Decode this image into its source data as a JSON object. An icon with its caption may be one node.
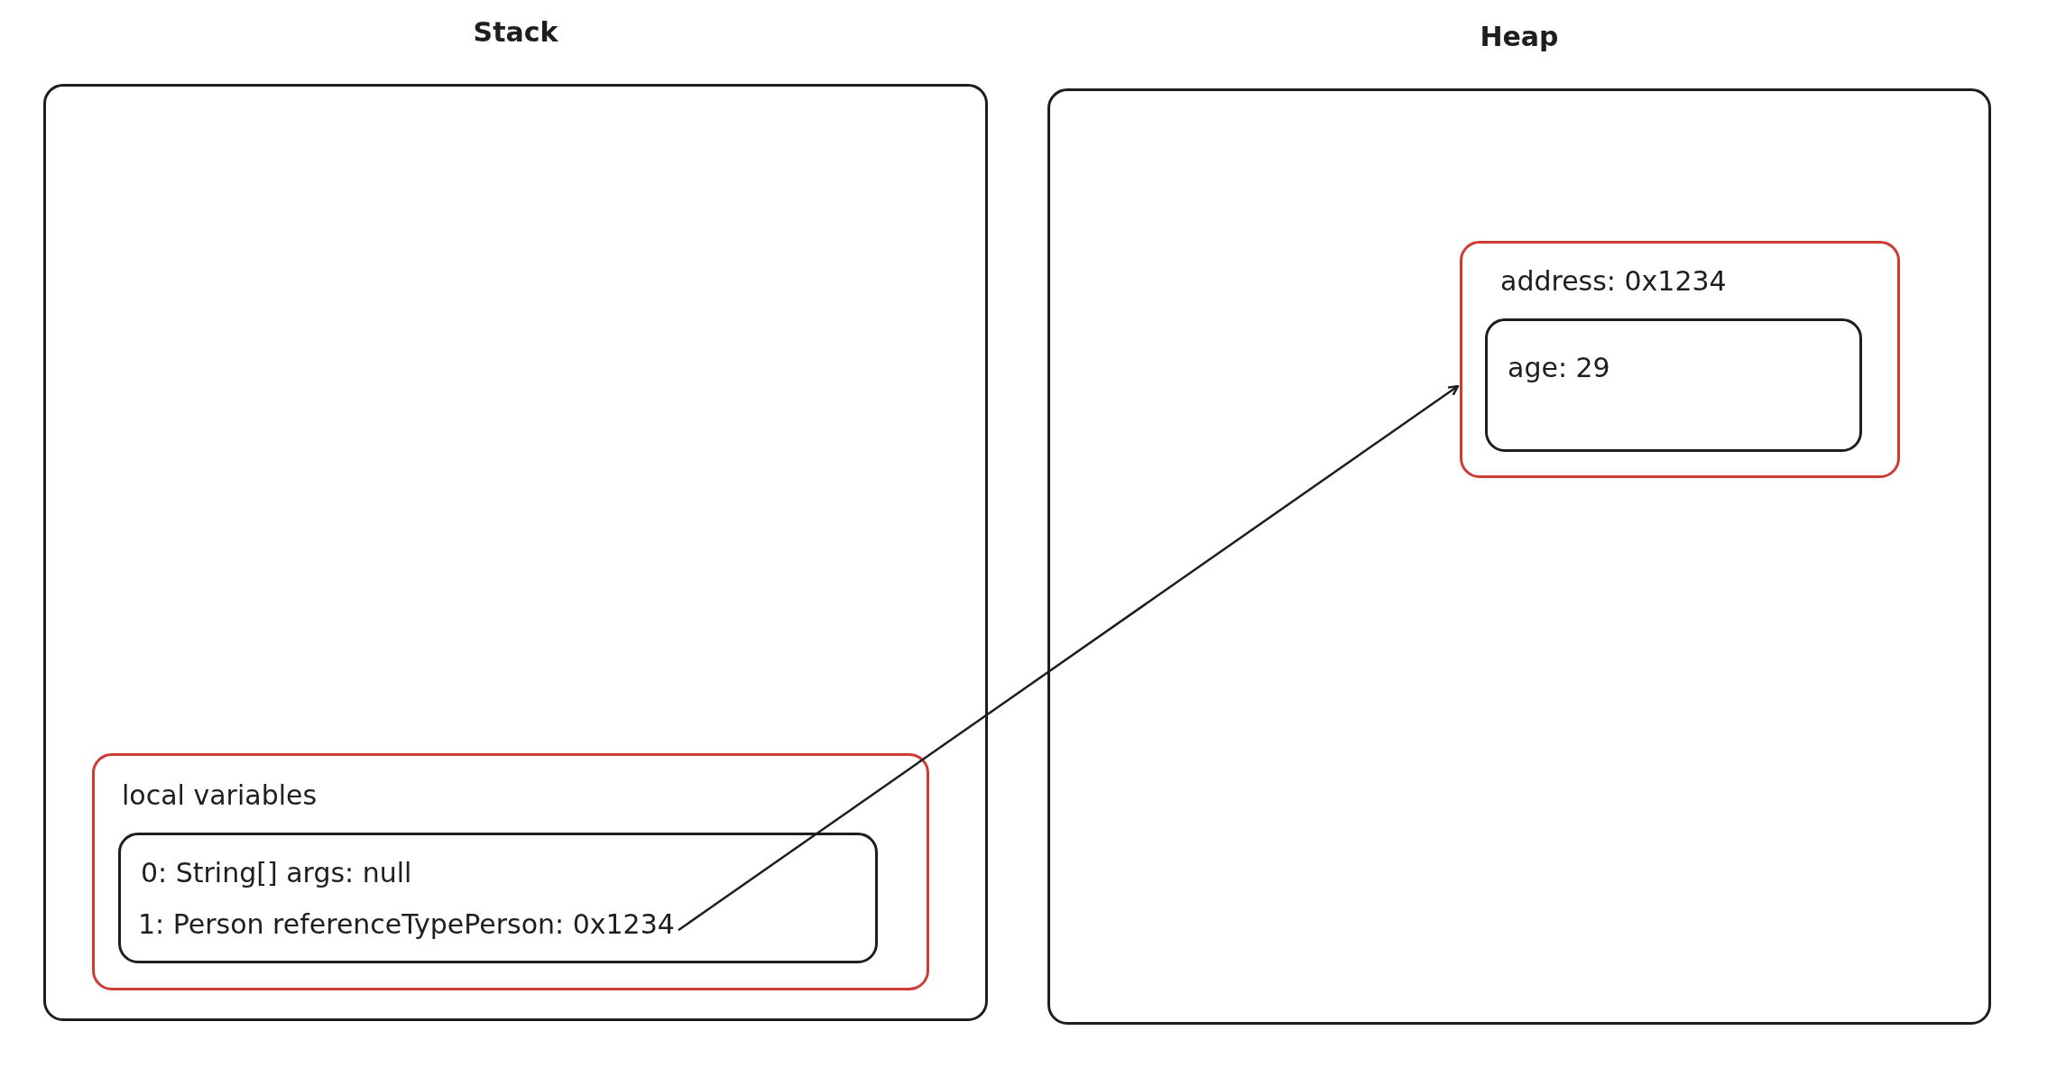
{
  "diagram": {
    "nodes": [
      {
        "text": [
          "Stack"
        ]
      },
      {
        "text": [
          "local variables"
        ],
        "in": 0
      },
      {
        "text": [
          "0: String[] args: null"
        ],
        "in": 1
      },
      {
        "text": [
          "1: Person referenceTypePerson: 0x1234"
        ],
        "in": 2
      },
      {
        "text": [
          "Heap"
        ]
      },
      {
        "text": [
          "address: 0x1234"
        ],
        "in": 4
      },
      {
        "text": [
          "age: 29"
        ],
        "in": 5
      }
    ],
    "edges": [
      {
        "from": 3,
        "to": 5,
        "arrow": "to"
      }
    ]
  }
}
